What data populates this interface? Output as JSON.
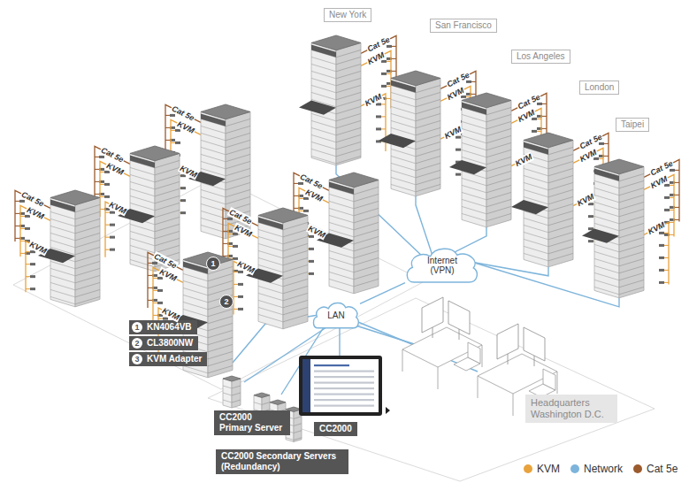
{
  "diagram": {
    "nodes": [
      {
        "text": [
          "New York"
        ]
      },
      {
        "text": [
          "San Francisco"
        ]
      },
      {
        "text": [
          "Los Angeles"
        ]
      },
      {
        "text": [
          "London"
        ]
      },
      {
        "text": [
          "Taipei"
        ]
      },
      {
        "text": [
          "Internet (VPN)"
        ]
      },
      {
        "text": [
          "LAN"
        ]
      },
      {
        "text": [
          "1",
          "KN4064VB"
        ]
      },
      {
        "text": [
          "2",
          "CL3800NW"
        ]
      },
      {
        "text": [
          "3",
          "KVM Adapter"
        ]
      },
      {
        "text": [
          "CC2000 Primary Server"
        ]
      },
      {
        "text": [
          "CC2000 Secondary Servers (Redundancy)"
        ]
      },
      {
        "text": [
          "CC2000"
        ]
      },
      {
        "text": [
          "Headquarters Washington D.C."
        ]
      }
    ],
    "edges": [
      {
        "from": 5,
        "to": 6,
        "arrow": "none"
      }
    ],
    "labels": [
      "1",
      "2",
      "Cat 5e",
      "KVM",
      "KVM",
      "Cat 5e",
      "KVM",
      "KVM",
      "Cat 5e",
      "KVM",
      "KVM",
      "Cat 5e",
      "KVM",
      "KVM",
      "Cat 5e",
      "KVM",
      "KVM",
      "Cat 5e",
      "KVM",
      "KVM",
      "Cat 5e",
      "KVM",
      "KVM",
      "Cat 5e",
      "KVM",
      "KVM",
      "Cat 5e",
      "KVM",
      "KVM",
      "Cat 5e",
      "KVM",
      "KVM",
      "Cat 5e",
      "KVM",
      "KVM"
    ],
    "legend": [
      {
        "text": "KVM",
        "color": "#e8a33d"
      },
      {
        "text": "Network",
        "color": "#7db4db"
      },
      {
        "text": "Cat 5e",
        "color": "#9b5b2d"
      }
    ]
  }
}
